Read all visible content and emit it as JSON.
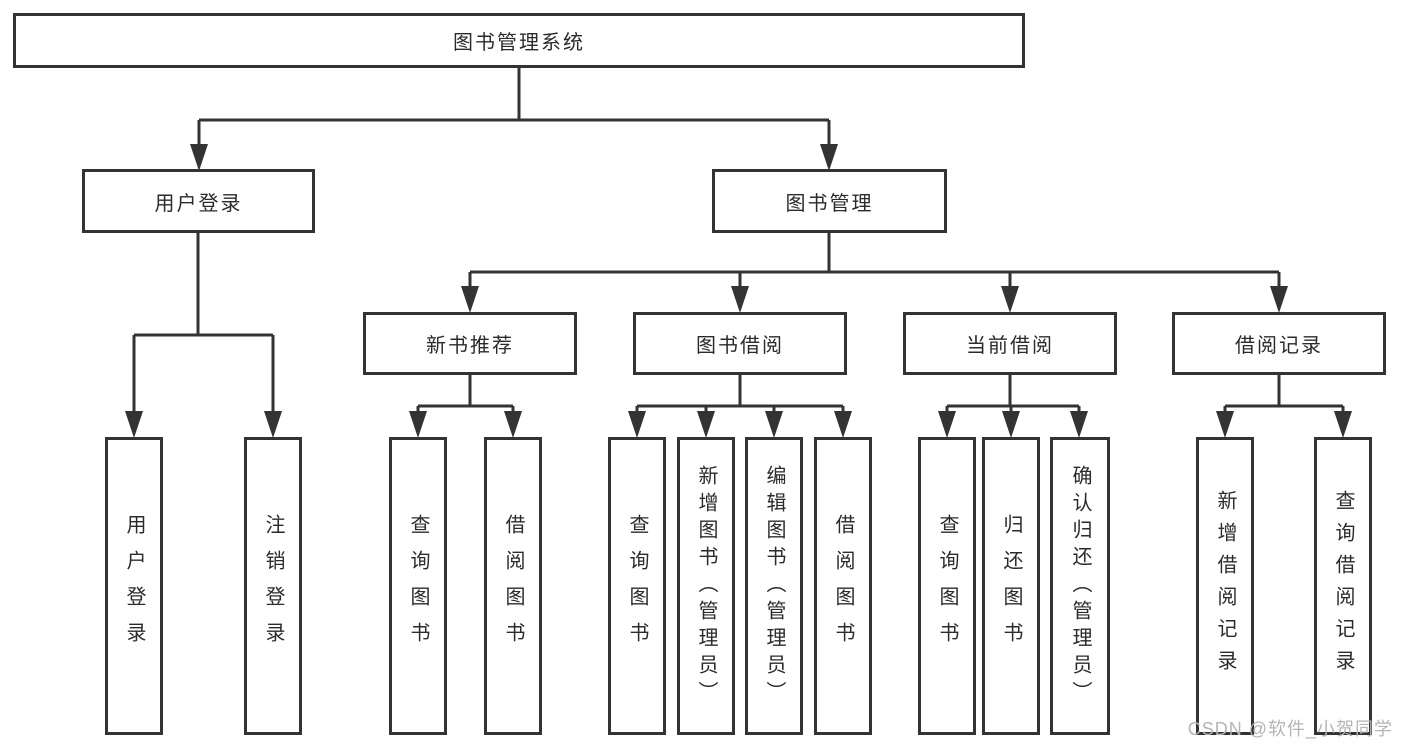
{
  "tree": {
    "label": "图书管理系统",
    "children": [
      {
        "label": "用户登录",
        "children": [
          {
            "label": "用户登录"
          },
          {
            "label": "注销登录"
          }
        ]
      },
      {
        "label": "图书管理",
        "children": [
          {
            "label": "新书推荐",
            "children": [
              {
                "label": "查询图书"
              },
              {
                "label": "借阅图书"
              }
            ]
          },
          {
            "label": "图书借阅",
            "children": [
              {
                "label": "查询图书"
              },
              {
                "label": "新增图书（管理员）"
              },
              {
                "label": "编辑图书（管理员）"
              },
              {
                "label": "借阅图书"
              }
            ]
          },
          {
            "label": "当前借阅",
            "children": [
              {
                "label": "查询图书"
              },
              {
                "label": "归还图书"
              },
              {
                "label": "确认归还（管理员）"
              }
            ]
          },
          {
            "label": "借阅记录",
            "children": [
              {
                "label": "新增借阅记录"
              },
              {
                "label": "查询借阅记录"
              }
            ]
          }
        ]
      }
    ]
  },
  "watermark": {
    "text": "CSDN @软件_小贺同学"
  },
  "colors": {
    "line": "#333333",
    "box_background": "#ffffff",
    "watermark": "#b5b5b5"
  }
}
